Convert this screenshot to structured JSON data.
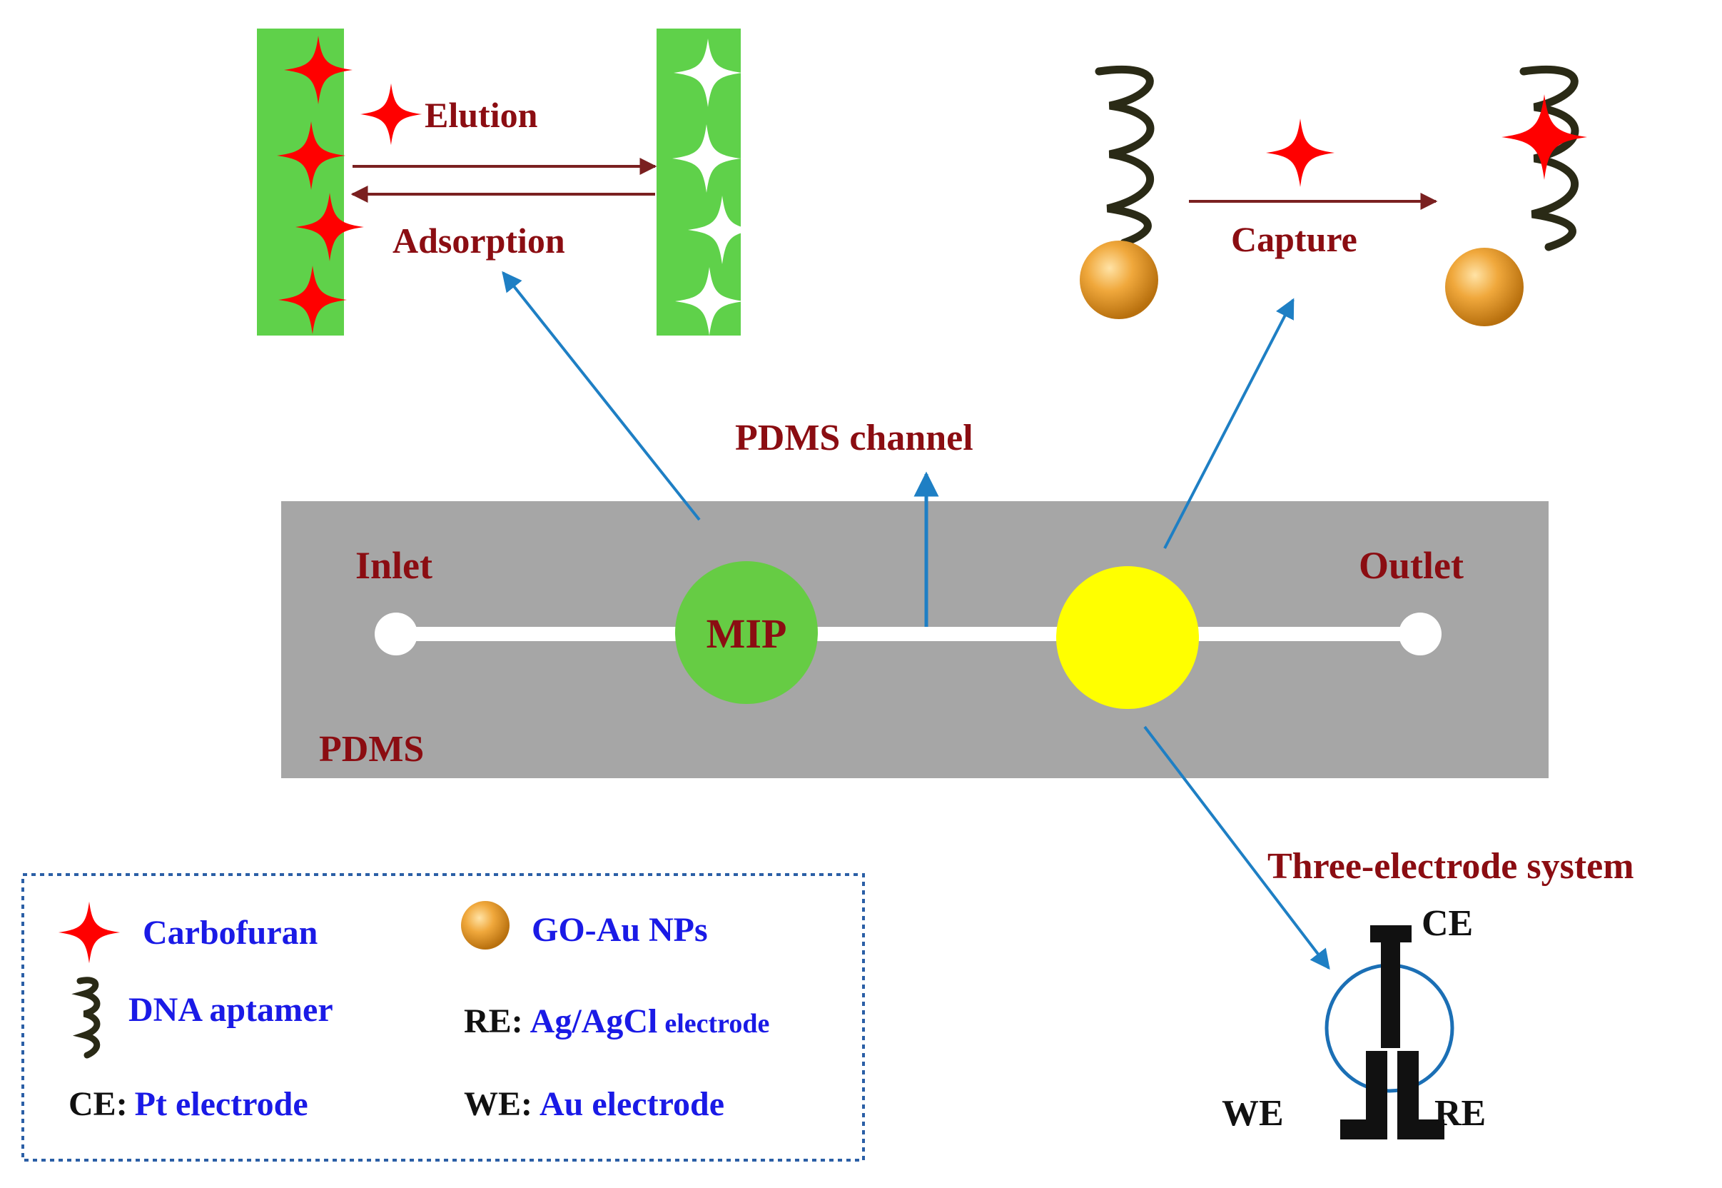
{
  "colors": {
    "label_red": "#8b0d12",
    "legend_blue": "#1a1ae6",
    "arrow_blue": "#1e7fc4",
    "chip_gray": "#a6a6a6",
    "mip_green": "#66cc44",
    "electrode_yellow": "#ffff00",
    "panel_green": "#5fd14a",
    "star_red": "#ff0000",
    "arrow_dark_red": "#7a2020",
    "electrode_black": "#111111",
    "circle_blue": "#1b6fb5",
    "legend_border": "#2b5fa6"
  },
  "top_left": {
    "elution_label": "Elution",
    "adsorption_label": "Adsorption"
  },
  "top_right": {
    "capture_label": "Capture"
  },
  "chip": {
    "channel_label": "PDMS channel",
    "inlet_label": "Inlet",
    "outlet_label": "Outlet",
    "mip_label": "MIP",
    "substrate_label": "PDMS"
  },
  "electrodes": {
    "system_label": "Three-electrode system",
    "ce": "CE",
    "we": "WE",
    "re": "RE"
  },
  "legend": {
    "carbofuran": "Carbofuran",
    "go_au": "GO-Au NPs",
    "dna_aptamer": "DNA aptamer",
    "re_key": "RE",
    "re_colon": ":",
    "re_value": "Ag/AgCl",
    "re_value_small": "electrode",
    "ce_key": "CE",
    "ce_colon": ":",
    "ce_value": "Pt electrode",
    "we_key": "WE",
    "we_colon": ":",
    "we_value": "Au electrode"
  }
}
